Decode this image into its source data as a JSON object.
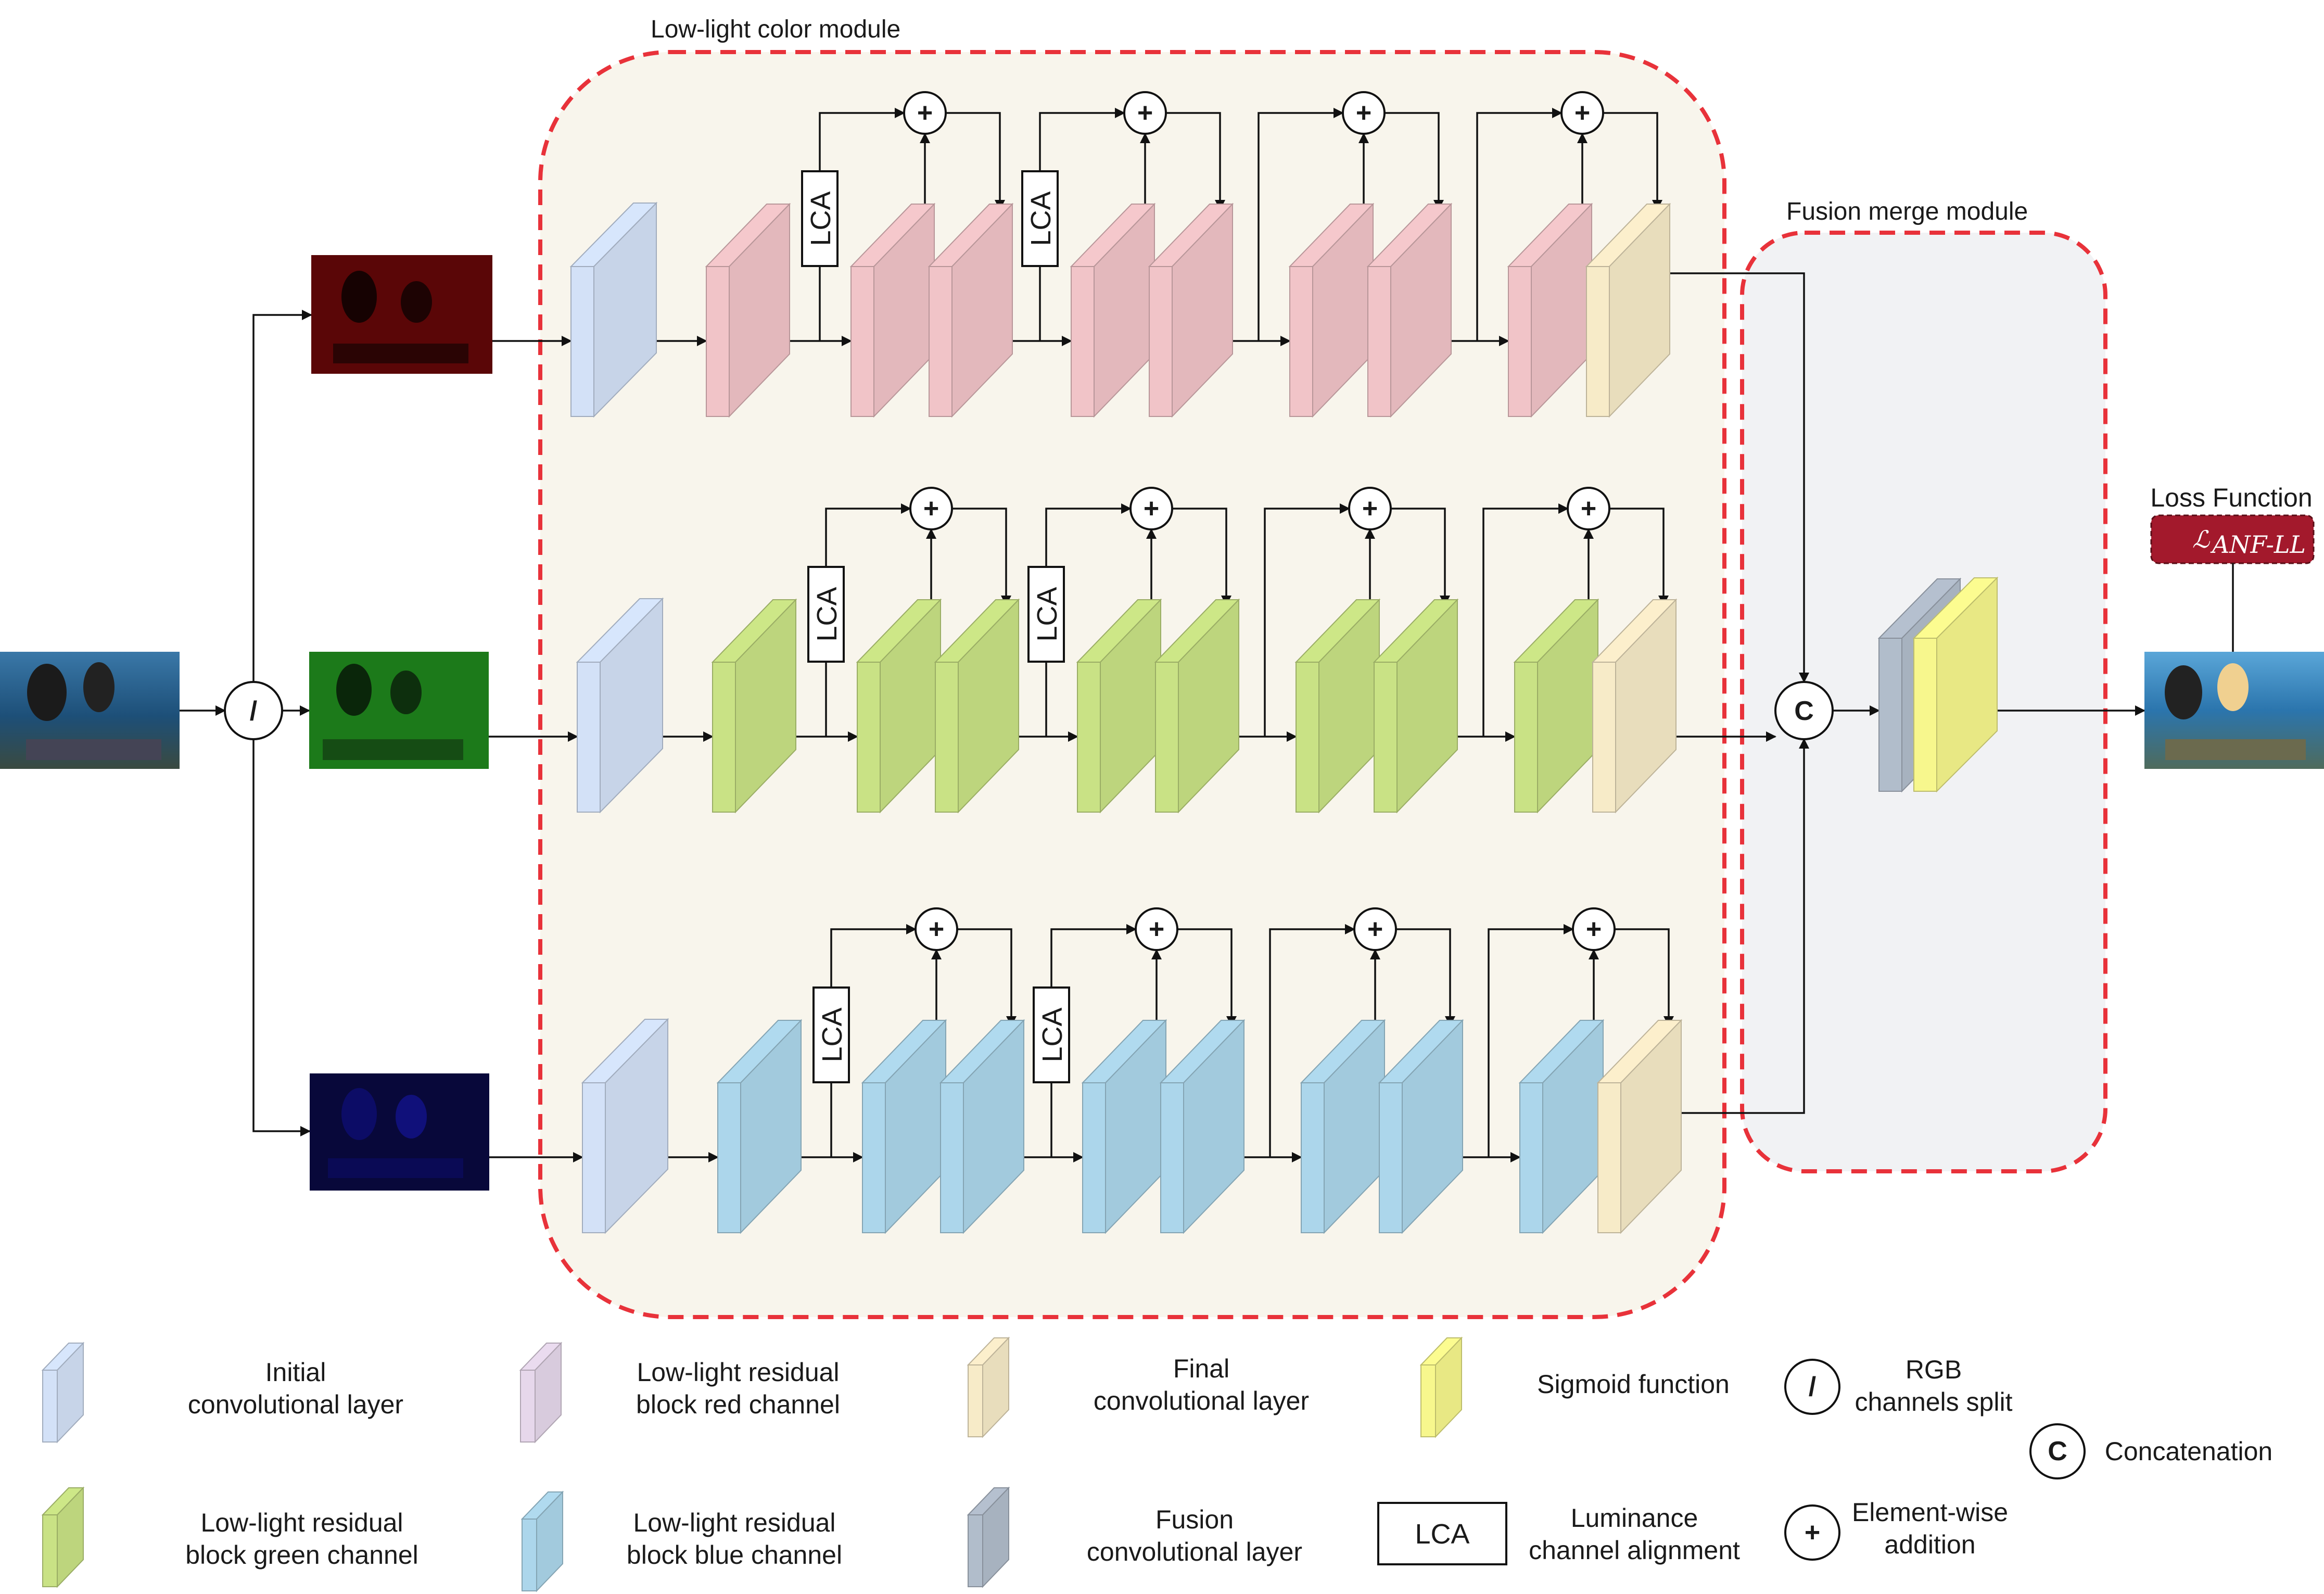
{
  "modules": {
    "color": "Low-light color module",
    "fusion": "Fusion merge module",
    "loss": "Loss Function",
    "loss_symbol": "ℒ",
    "loss_sub": "ANF-LL"
  },
  "ops": {
    "split": "/",
    "add": "+",
    "concat": "C"
  },
  "lca_label": "LCA",
  "legend": {
    "initial": [
      "Initial",
      "convolutional layer"
    ],
    "red": [
      "Low-light residual",
      "block red channel"
    ],
    "final": [
      "Final",
      "convolutional layer"
    ],
    "sigmoid": [
      "Sigmoid function"
    ],
    "rgb": [
      "RGB",
      "channels split"
    ],
    "concat": [
      "Concatenation"
    ],
    "green": [
      "Low-light residual",
      "block green channel"
    ],
    "blue": [
      "Low-light residual",
      "block blue channel"
    ],
    "fusion": [
      "Fusion",
      "convolutional layer"
    ],
    "lca": [
      "Luminance",
      "channel alignment"
    ],
    "add": [
      "Element-wise",
      "addition"
    ]
  },
  "colors": {
    "accent_dash": "#e8323a",
    "color_module_bg": "#f8f5ec",
    "fusion_module_bg": "#f1f2f4",
    "initial_conv": "#cfddf2",
    "red_block": "#ecc0c4",
    "red_block_legend": "#e1d3e6",
    "green_block": "#c5de82",
    "blue_block": "#a9d2e6",
    "final_conv": "#f2e6c4",
    "sigmoid": "#f2f28a",
    "fusion_conv": "#aeb9c7",
    "loss_box": "#a3192c"
  }
}
